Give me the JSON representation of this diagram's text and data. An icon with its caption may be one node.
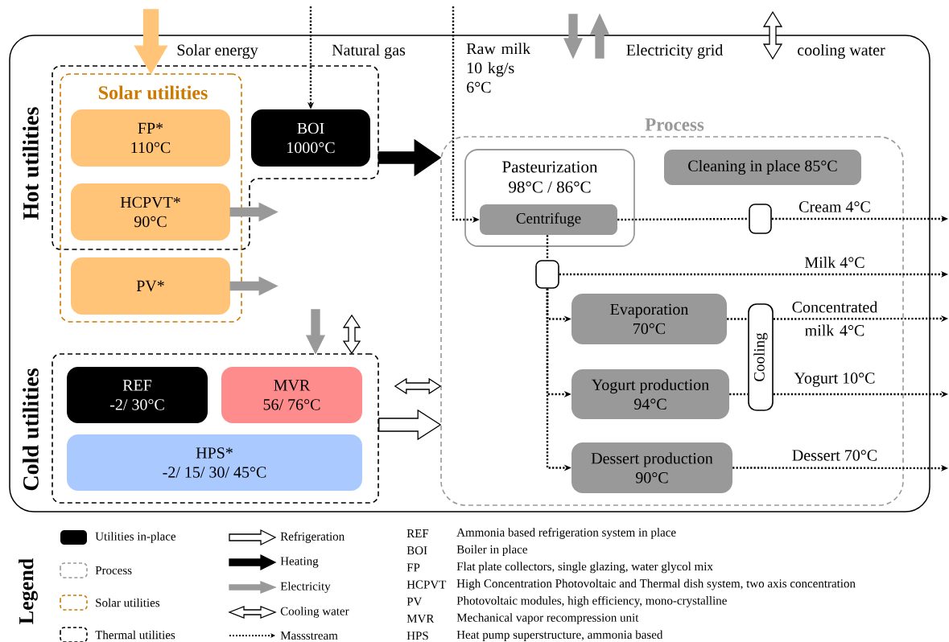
{
  "diagram": {
    "nodes": [
      {
        "text": [],
        "shape": "box"
      },
      {
        "text": [
          "Solar utilities"
        ]
      },
      {
        "text": [
          "FP*",
          "110°C"
        ]
      },
      {
        "text": [
          "HCPVT*",
          "90°C"
        ]
      },
      {
        "text": [
          "PV*"
        ],
        "in": 1
      },
      {
        "text": [
          "BOI",
          "1000°C"
        ],
        "in": 0
      },
      {
        "text": [],
        "shape": "box"
      },
      {
        "text": [
          "REF",
          "-2/ 30°C"
        ],
        "in": 6
      },
      {
        "text": [
          "MVR",
          "56/ 76°C"
        ],
        "in": 6
      },
      {
        "text": [
          "HPS*",
          "-2/ 15/ 30/ 45°C"
        ],
        "in": 6
      },
      {
        "text": [
          "Process"
        ]
      },
      {
        "text": [
          "Pasteurization",
          "98°C / 86°C"
        ],
        "in": 10
      },
      {
        "text": [
          "Centrifuge"
        ],
        "in": 11
      },
      {
        "text": [
          "Cleaning in place 85°C"
        ],
        "in": 10
      },
      {
        "text": [],
        "shape": "box",
        "in": 10
      },
      {
        "text": [],
        "shape": "box",
        "in": 10
      },
      {
        "text": [
          "Evaporation",
          "70°C"
        ],
        "in": 10
      },
      {
        "text": [
          "Cooling"
        ],
        "in": 10
      },
      {
        "text": [
          "Yogurt production",
          "94°C"
        ],
        "in": 10
      },
      {
        "text": [
          "Dessert production",
          "90°C"
        ],
        "in": 10
      }
    ],
    "edges": [
      {
        "from": null,
        "to": 1,
        "arrow": "to",
        "label": "Solar energy",
        "style": "thick",
        "color": "#ffc477"
      },
      {
        "from": null,
        "to": 5,
        "arrow": "to",
        "label": "Natural gas"
      },
      {
        "from": null,
        "to": 12,
        "arrow": "to",
        "label": "Raw milk 10 kg/s 6°C"
      },
      {
        "from": 0,
        "to": 10,
        "arrow": "to",
        "style": "thick",
        "color": "#000000"
      },
      {
        "from": 3,
        "to": null,
        "arrow": "to",
        "style": "thick",
        "color": "#999999"
      },
      {
        "from": 4,
        "to": null,
        "arrow": "to",
        "style": "thick",
        "color": "#999999"
      },
      {
        "from": null,
        "to": 6,
        "arrow": "to",
        "style": "thick",
        "color": "#999999"
      },
      {
        "from": null,
        "to": 6,
        "arrow": "both",
        "style": "thick",
        "color": "#ffffff"
      },
      {
        "from": 6,
        "to": 10,
        "arrow": "both",
        "style": "thick",
        "color": "#ffffff"
      },
      {
        "from": 6,
        "to": 10,
        "arrow": "to",
        "style": "thick",
        "color": "#ffffff"
      },
      {
        "from": 12,
        "to": 14,
        "arrow": "none"
      },
      {
        "from": 14,
        "to": null,
        "arrow": "to",
        "label": "Cream 4°C"
      },
      {
        "from": 12,
        "to": 15,
        "arrow": "none"
      },
      {
        "from": 15,
        "to": null,
        "arrow": "to",
        "label": "Milk 4°C"
      },
      {
        "from": 15,
        "to": 16,
        "arrow": "to"
      },
      {
        "from": 15,
        "to": 18,
        "arrow": "to"
      },
      {
        "from": 15,
        "to": 19,
        "arrow": "to"
      },
      {
        "from": 16,
        "to": 17,
        "arrow": "none"
      },
      {
        "from": 17,
        "to": null,
        "arrow": "to",
        "label": "Concentrated milk 4°C"
      },
      {
        "from": 18,
        "to": 17,
        "arrow": "none"
      },
      {
        "from": 17,
        "to": null,
        "arrow": "to",
        "label": "Yogurt 10°C"
      },
      {
        "from": 19,
        "to": null,
        "arrow": "to",
        "label": "Dessert 70°C"
      }
    ],
    "labels": [
      "Electricity grid",
      "cooling water",
      "Hot utilities",
      "Cold utilities",
      "Legend",
      "REF",
      "Ammonia based refrigeration system in place",
      "BOI",
      "Boiler in place",
      "FP",
      "Flat plate collectors, single glazing, water glycol mix",
      "HCPVT",
      "High Concentration Photovoltaic and Thermal dish system, two axis concentration",
      "PV",
      "Photovoltaic modules, high efficiency, mono-crystalline",
      "MVR",
      "Mechanical vapor recompression unit",
      "HPS",
      "Heat pump superstructure, ammonia based"
    ],
    "legend": [
      {
        "text": "Utilities in-place",
        "color": "#000000"
      },
      {
        "text": "Process"
      },
      {
        "text": "Solar utilities"
      },
      {
        "text": "Thermal utilities"
      },
      {
        "text": "Refrigeration"
      },
      {
        "text": "Heating"
      },
      {
        "text": "Electricity"
      },
      {
        "text": "Cooling water"
      },
      {
        "text": "Massstream"
      }
    ]
  }
}
